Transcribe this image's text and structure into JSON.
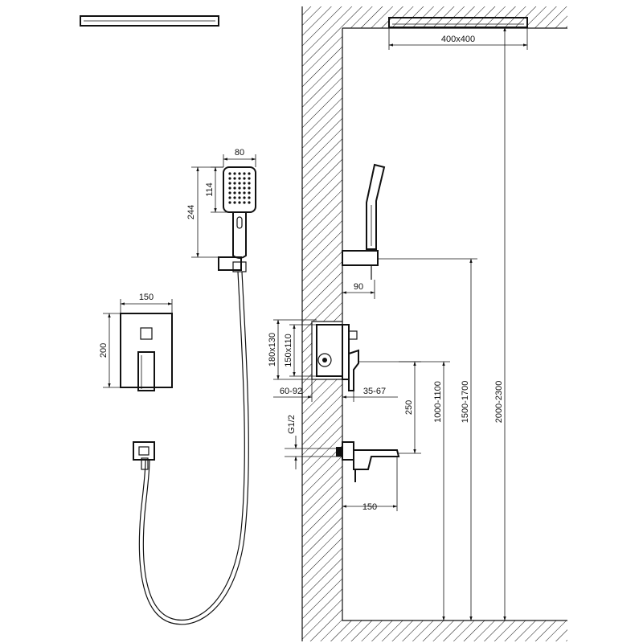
{
  "colors": {
    "line": "#111111",
    "background": "#ffffff",
    "fill": "#ffffff"
  },
  "dimensions": {
    "head_size": "400x400",
    "hand_width": "80",
    "hand_head_length": "114",
    "hand_total_length": "244",
    "plate_width": "150",
    "plate_height": "200",
    "holder_offset": "90",
    "box_outer": "180x130",
    "box_inner": "150x110",
    "wall_depth_left": "60-92",
    "wall_depth_right": "35-67",
    "thread": "G1/2",
    "mixer_height": "250",
    "spout_length": "150",
    "spout_height": "1000-1100",
    "holder_height": "1500-1700",
    "head_height": "2000-2300"
  }
}
